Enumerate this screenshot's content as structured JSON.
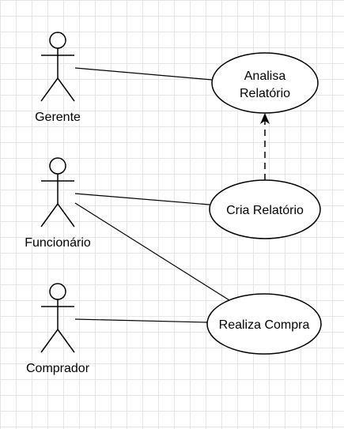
{
  "actors": [
    {
      "id": "gerente",
      "label": "Gerente"
    },
    {
      "id": "funcionario",
      "label": "Funcionário"
    },
    {
      "id": "comprador",
      "label": "Comprador"
    }
  ],
  "use_cases": [
    {
      "id": "analisa",
      "lines": [
        "Analisa",
        "Relatório"
      ]
    },
    {
      "id": "cria",
      "lines": [
        "Cria Relatório"
      ]
    },
    {
      "id": "compra",
      "lines": [
        "Realiza Compra"
      ]
    }
  ],
  "associations": [
    {
      "from": "gerente",
      "to": "analisa"
    },
    {
      "from": "funcionario",
      "to": "cria"
    },
    {
      "from": "funcionario",
      "to": "compra"
    },
    {
      "from": "comprador",
      "to": "compra"
    }
  ],
  "dependencies": [
    {
      "from": "cria",
      "to": "analisa",
      "style": "dashed"
    }
  ]
}
